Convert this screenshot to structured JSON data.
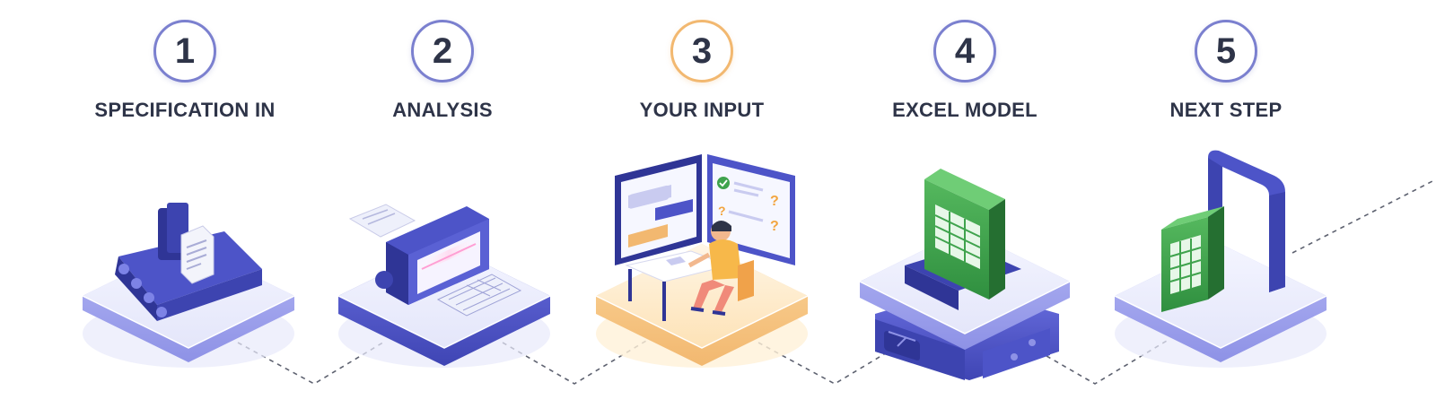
{
  "steps": [
    {
      "number": "1",
      "label": "SPECIFICATION IN",
      "icon": "conveyor-belt-icon"
    },
    {
      "number": "2",
      "label": "ANALYSIS",
      "icon": "document-scanner-icon"
    },
    {
      "number": "3",
      "label": "YOUR INPUT",
      "icon": "person-at-computer-icon"
    },
    {
      "number": "4",
      "label": "EXCEL MODEL",
      "icon": "spreadsheet-block-icon"
    },
    {
      "number": "5",
      "label": "NEXT STEP",
      "icon": "spreadsheet-through-arch-icon"
    }
  ],
  "highlighted_step": "3",
  "colors": {
    "accent": "#f2b870",
    "primary": "#4a52c4",
    "sheet_green": "#3fa34d",
    "text": "#2e3448"
  }
}
